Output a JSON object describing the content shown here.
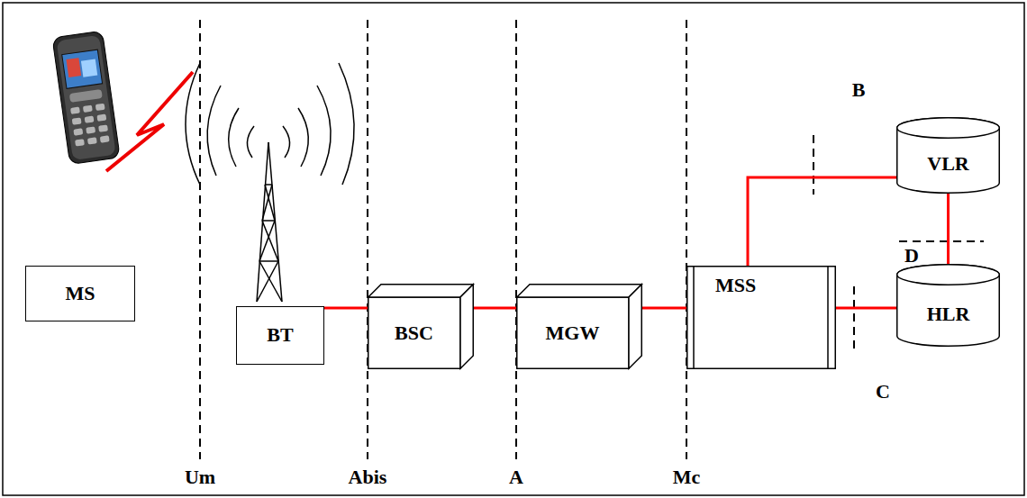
{
  "diagram": {
    "nodes": [
      {
        "text": [
          "MS"
        ]
      },
      {
        "text": [
          "BT"
        ]
      },
      {
        "text": [
          "BSC"
        ]
      },
      {
        "text": [
          "MGW"
        ]
      },
      {
        "text": [
          "MSS"
        ]
      },
      {
        "text": [
          "VLR"
        ]
      },
      {
        "text": [
          "HLR"
        ]
      }
    ],
    "edges": [
      {
        "from": 1,
        "to": 2,
        "arrow": "none"
      },
      {
        "from": 2,
        "to": 3,
        "arrow": "none"
      },
      {
        "from": 3,
        "to": 4,
        "arrow": "none"
      },
      {
        "from": 4,
        "to": 5,
        "arrow": "none"
      },
      {
        "from": 4,
        "to": 6,
        "arrow": "none"
      },
      {
        "from": 5,
        "to": 6,
        "arrow": "none"
      }
    ],
    "labels": [
      "Um",
      "Abis",
      "A",
      "Mc",
      "B",
      "D",
      "C"
    ]
  }
}
